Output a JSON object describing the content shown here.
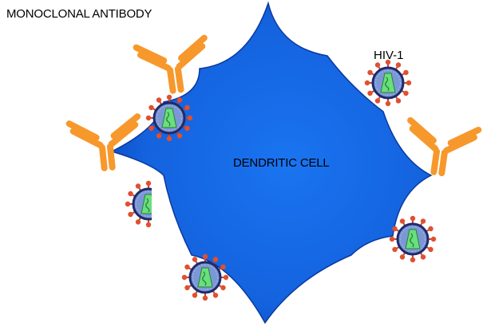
{
  "labels": {
    "antibody": "MONOCLONAL ANTIBODY",
    "virus": "HIV-1",
    "cell": "DENDRITIC CELL"
  },
  "colors": {
    "cell_fill": "#1565e0",
    "cell_edge": "#0b3fa8",
    "antibody": "#f7982d",
    "virus_envelope": "#6f8fd1",
    "virus_ring": "#1e2a6b",
    "virus_core": "#68e07c",
    "virus_spike": "#d2462e"
  }
}
